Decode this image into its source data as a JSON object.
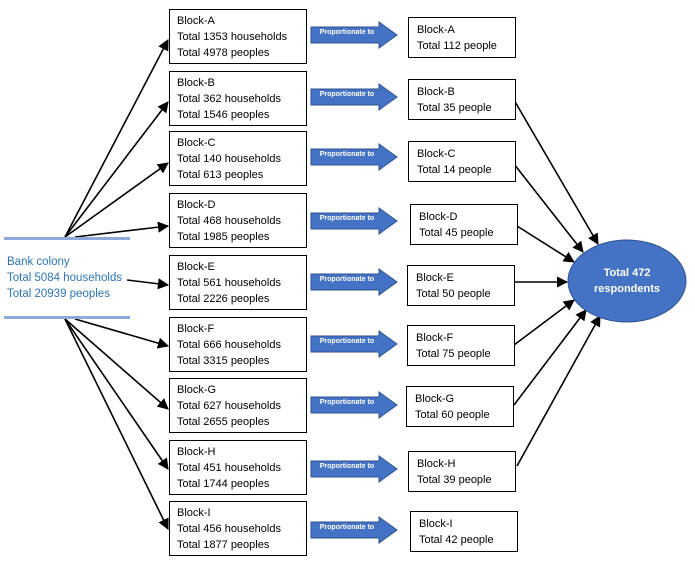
{
  "source": {
    "name": "Bank colony",
    "households": "Total 5084 households",
    "peoples": "Total 20939 peoples"
  },
  "arrow_label": "Proportionate to",
  "blocks": [
    {
      "name": "Block-A",
      "households": "Total 1353 households",
      "peoples": "Total 4978 peoples",
      "sample": "Total 112 people"
    },
    {
      "name": "Block-B",
      "households": "Total 362 households",
      "peoples": "Total 1546 peoples",
      "sample": "Total 35 people"
    },
    {
      "name": "Block-C",
      "households": "Total 140 households",
      "peoples": "Total 613 peoples",
      "sample": "Total 14 people"
    },
    {
      "name": "Block-D",
      "households": "Total 468 households",
      "peoples": "Total 1985 peoples",
      "sample": "Total 45 people"
    },
    {
      "name": "Block-E",
      "households": "Total 561 households",
      "peoples": "Total 2226 peoples",
      "sample": "Total 50 people"
    },
    {
      "name": "Block-F",
      "households": "Total 666 households",
      "peoples": "Total 3315 peoples",
      "sample": "Total 75 people"
    },
    {
      "name": "Block-G",
      "households": "Total 627 households",
      "peoples": "Total 2655 peoples",
      "sample": "Total 60 people"
    },
    {
      "name": "Block-H",
      "households": "Total 451 households",
      "peoples": "Total 1744 peoples",
      "sample": "Total 39 people"
    },
    {
      "name": "Block-I",
      "households": "Total 456 households",
      "peoples": "Total 1877 peoples",
      "sample": "Total 42 people"
    }
  ],
  "total": {
    "line1": "Total 472",
    "line2": "respondents"
  },
  "colors": {
    "source_text": "#2e75b6",
    "source_rule": "#8eaadb",
    "arrow_fill": "#4472c4",
    "arrow_stroke": "#2f528f",
    "ellipse_fill": "#4472c4"
  }
}
